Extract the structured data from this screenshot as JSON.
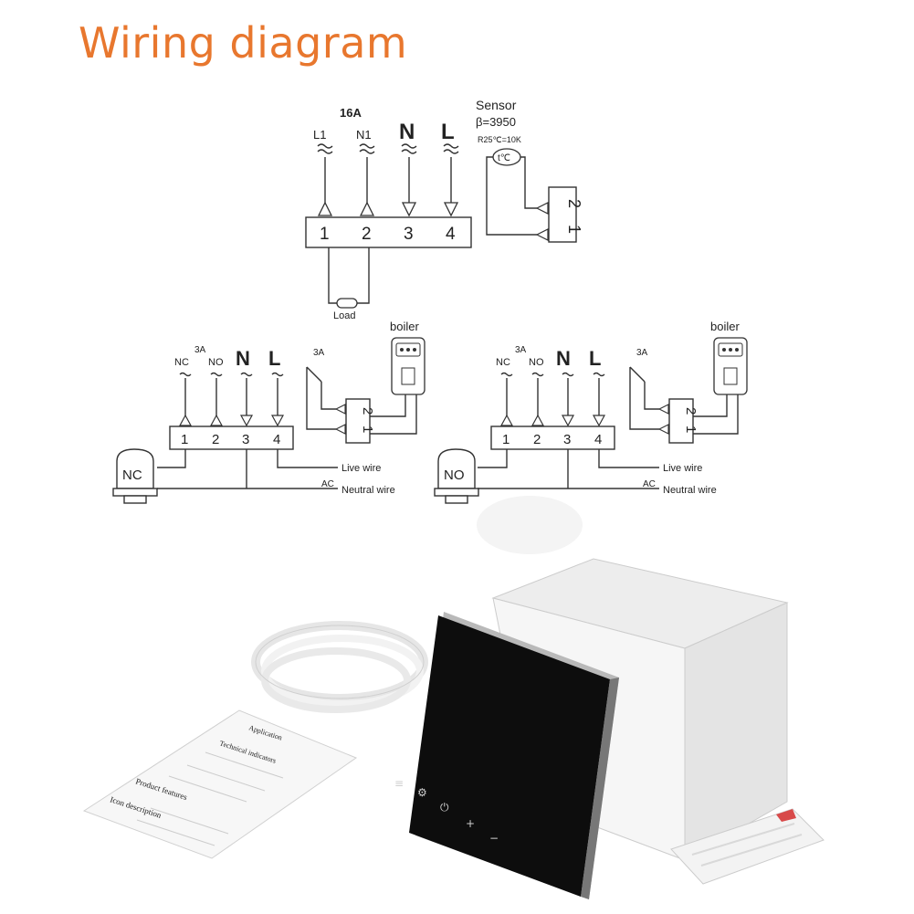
{
  "title": "Wiring diagram",
  "colors": {
    "title": "#e8772e",
    "line": "#333333"
  },
  "top_block": {
    "rating": "16A",
    "terminals": [
      "L1",
      "N1",
      "N",
      "L"
    ],
    "numbers": [
      "1",
      "2",
      "3",
      "4"
    ],
    "load_label": "Load",
    "sensor": {
      "label": "Sensor",
      "beta": "β=3950",
      "resistance": "R25℃=10K",
      "symbol": "t℃",
      "pins": [
        "1",
        "2"
      ]
    }
  },
  "left_block": {
    "rating": "3A",
    "terminals": [
      "NC",
      "NO",
      "N",
      "L"
    ],
    "numbers": [
      "1",
      "2",
      "3",
      "4"
    ],
    "relay_rating": "3A",
    "boiler": "boiler",
    "boiler_pins": [
      "1",
      "2"
    ],
    "valve": "NC",
    "live": "Live wire",
    "ac": "AC",
    "neutral": "Neutral wire"
  },
  "right_block": {
    "rating": "3A",
    "terminals": [
      "NC",
      "NO",
      "N",
      "L"
    ],
    "numbers": [
      "1",
      "2",
      "3",
      "4"
    ],
    "relay_rating": "3A",
    "boiler": "boiler",
    "boiler_pins": [
      "1",
      "2"
    ],
    "valve": "NO",
    "live": "Live wire",
    "ac": "AC",
    "neutral": "Neutral wire"
  },
  "product": {
    "manual_lines": [
      "Application",
      "Technical indicators",
      "Product features",
      "Icon description"
    ],
    "thermostat_icons": [
      "menu-icon",
      "gear-icon",
      "power-icon",
      "plus-icon",
      "minus-icon"
    ]
  }
}
